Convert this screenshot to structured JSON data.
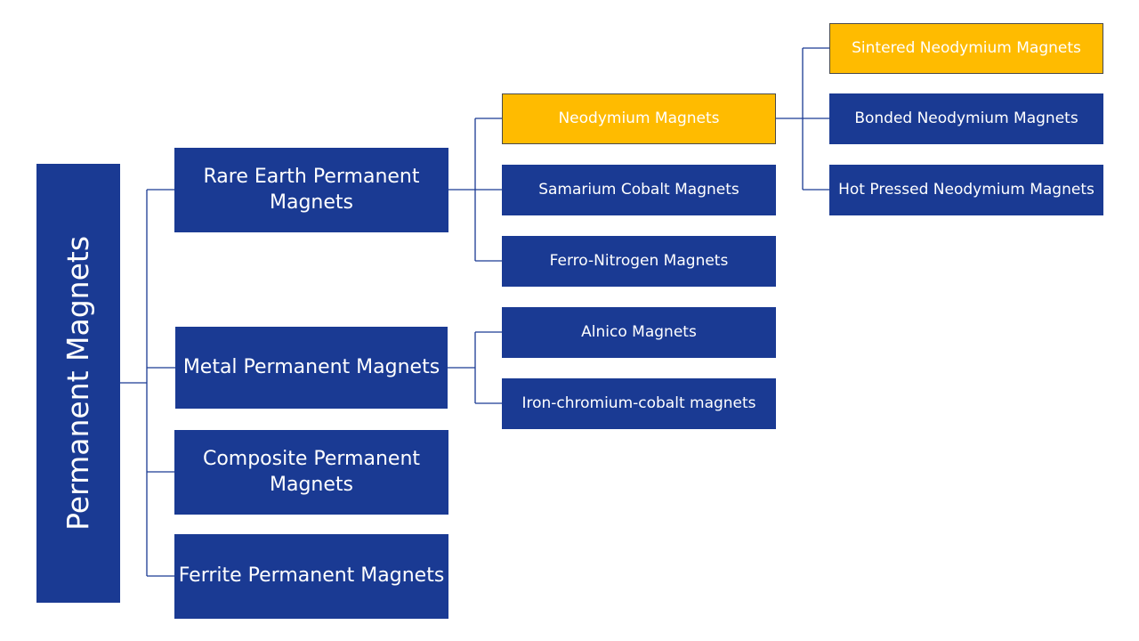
{
  "diagram": {
    "root": {
      "label": "Permanent Magnets"
    },
    "categories": {
      "rare_earth": {
        "label": "Rare Earth Permanent Magnets"
      },
      "metal": {
        "label": "Metal Permanent Magnets"
      },
      "composite": {
        "label": "Composite Permanent Magnets"
      },
      "ferrite": {
        "label": "Ferrite Permanent Magnets"
      }
    },
    "rare_earth_types": {
      "neodymium": {
        "label": "Neodymium Magnets",
        "highlighted": true
      },
      "samarium_cobalt": {
        "label": "Samarium Cobalt Magnets"
      },
      "ferro_nitrogen": {
        "label": "Ferro-Nitrogen Magnets"
      }
    },
    "metal_types": {
      "alnico": {
        "label": "Alnico Magnets"
      },
      "iron_chromium_cobalt": {
        "label": "Iron-chromium-cobalt magnets"
      }
    },
    "neodymium_types": {
      "sintered": {
        "label": "Sintered Neodymium Magnets",
        "highlighted": true
      },
      "bonded": {
        "label": "Bonded Neodymium Magnets"
      },
      "hot_pressed": {
        "label": "Hot Pressed Neodymium Magnets"
      }
    },
    "colors": {
      "node_fill": "#1a3a93",
      "highlight_fill": "#ffbb00",
      "connector": "#1a3a93",
      "text": "#ffffff"
    }
  }
}
